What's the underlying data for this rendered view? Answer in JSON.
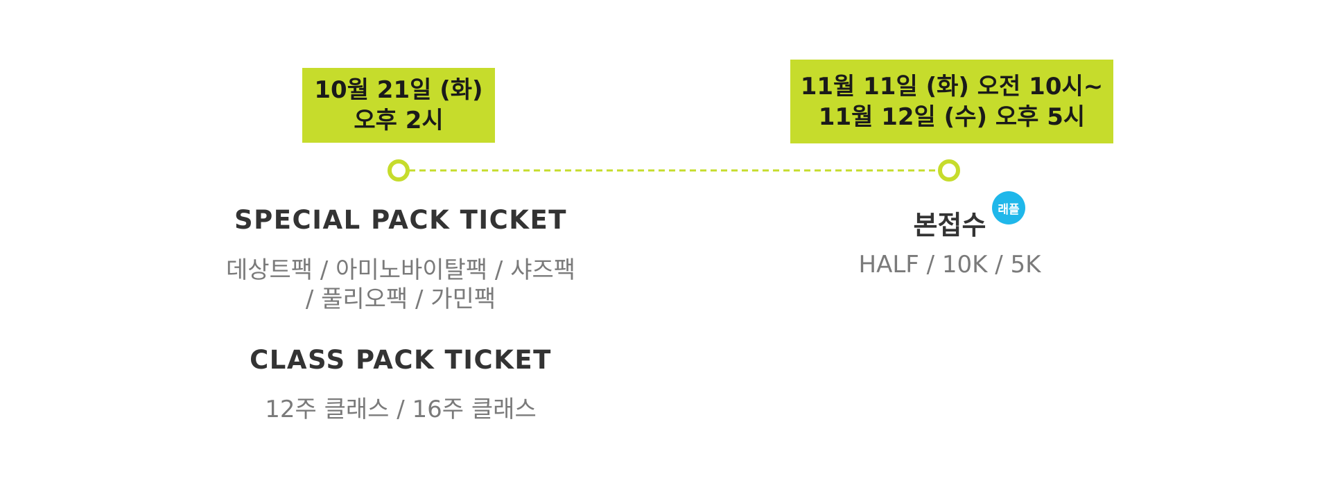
{
  "colors": {
    "accent": "#c6dc2c",
    "heading_text": "#333333",
    "sub_text": "#7a7a7a",
    "badge": "#1fb7ea"
  },
  "left": {
    "date_line1": "10월 21일 (화)",
    "date_line2": "오후 2시",
    "special_title": "SPECIAL PACK TICKET",
    "special_line1": "데상트팩 / 아미노바이탈팩 / 샤즈팩",
    "special_line2": "/ 풀리오팩 / 가민팩",
    "class_title": "CLASS PACK TICKET",
    "class_line": "12주 클래스 / 16주 클래스"
  },
  "right": {
    "date_line1": "11월 11일 (화) 오전 10시~",
    "date_line2": "11월 12일 (수) 오후 5시",
    "title": "본접수",
    "badge": "래플",
    "line": "HALF / 10K / 5K"
  }
}
